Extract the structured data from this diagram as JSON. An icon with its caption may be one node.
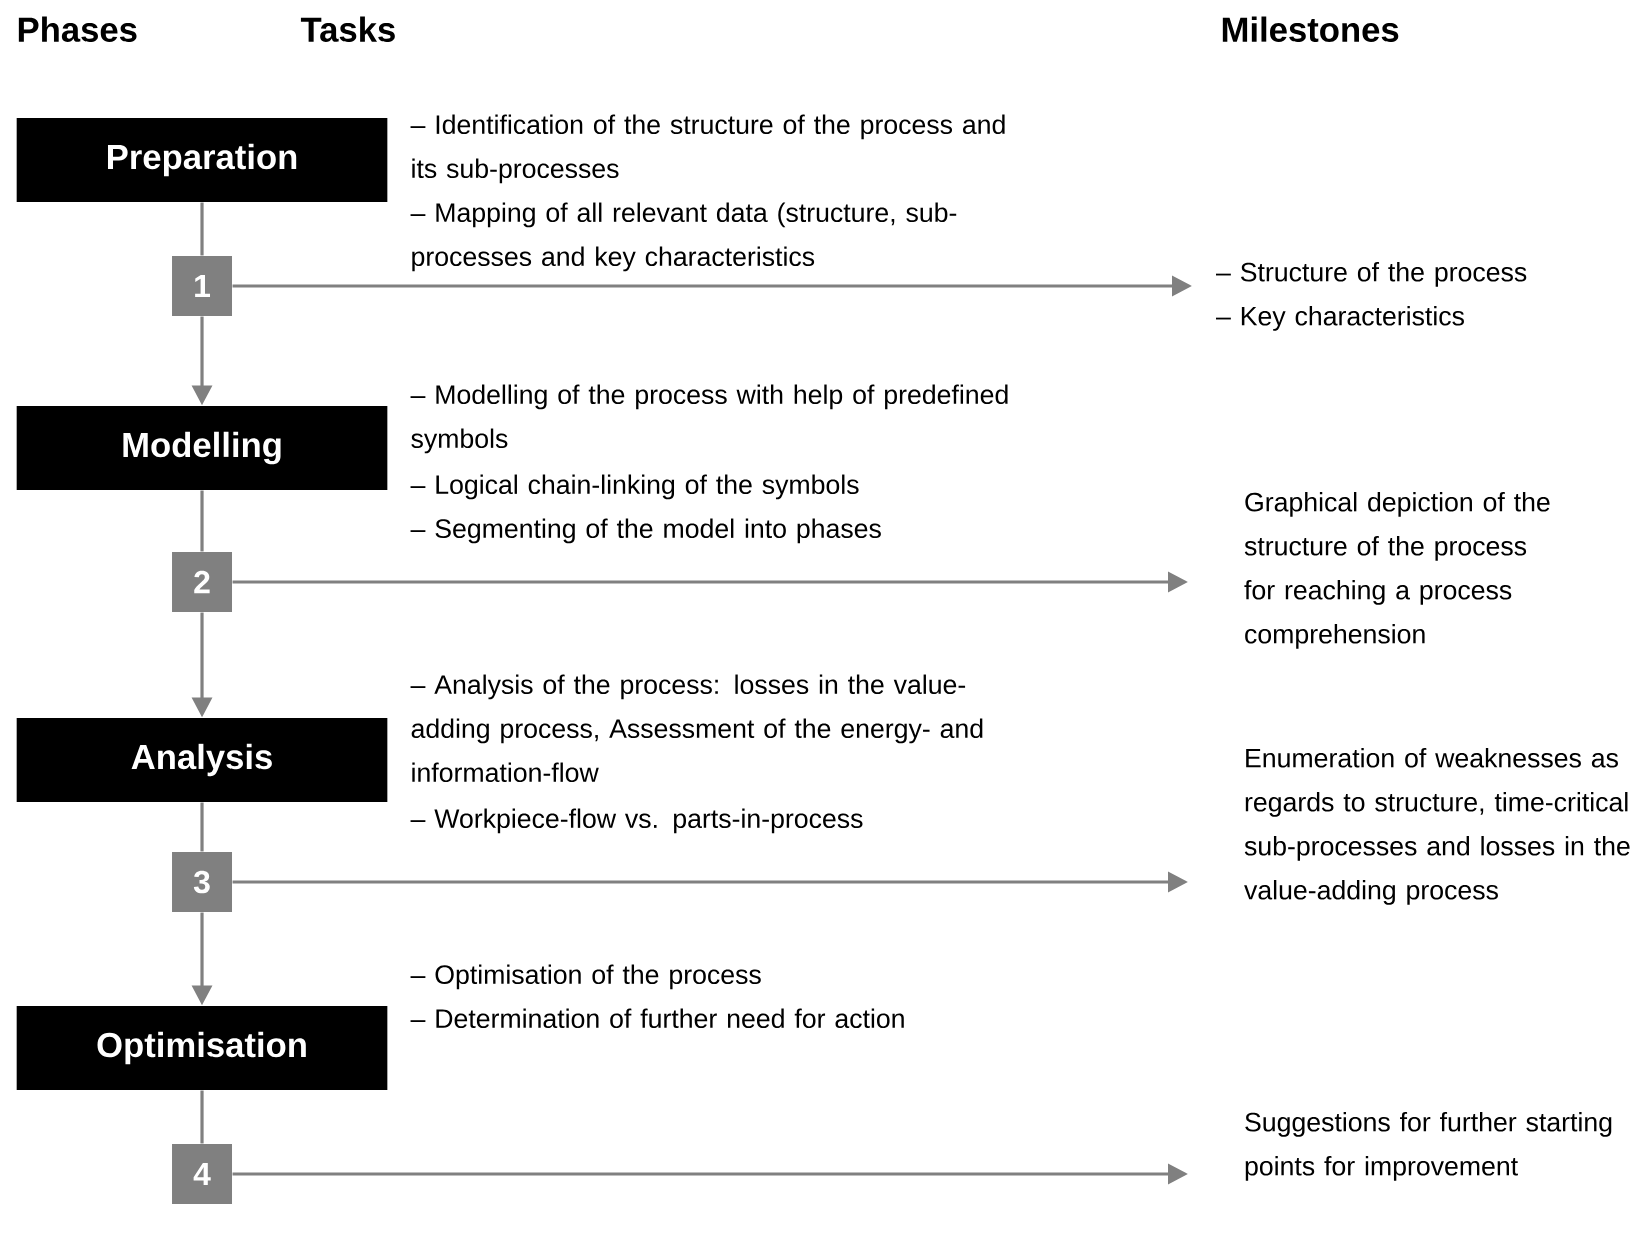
{
  "diagram": {
    "nodes": [
      {
        "text": [
          "Preparation"
        ]
      },
      {
        "text": [
          "1"
        ]
      },
      {
        "text": [
          "– Structure of the process",
          "– Key characteristics"
        ]
      },
      {
        "text": [
          "Modelling"
        ]
      },
      {
        "text": [
          "2"
        ]
      },
      {
        "text": [
          "Graphical depiction of the structure of the process for reaching a process comprehension"
        ]
      },
      {
        "text": [
          "Analysis"
        ]
      },
      {
        "text": [
          "3"
        ]
      },
      {
        "text": [
          "Enumeration of weaknesses as regards to structure, time-critical sub-processes and losses in the value-adding process"
        ]
      },
      {
        "text": [
          "Optimisation"
        ]
      },
      {
        "text": [
          "4"
        ]
      },
      {
        "text": [
          "Suggestions for further starting points for improvement"
        ]
      }
    ],
    "edges": [
      {
        "from": 0,
        "to": 1,
        "arrow": "none"
      },
      {
        "from": 1,
        "to": 3,
        "arrow": "to"
      },
      {
        "from": 3,
        "to": 4,
        "arrow": "none"
      },
      {
        "from": 4,
        "to": 6,
        "arrow": "to"
      },
      {
        "from": 6,
        "to": 7,
        "arrow": "none"
      },
      {
        "from": 7,
        "to": 9,
        "arrow": "to"
      },
      {
        "from": 9,
        "to": 10,
        "arrow": "none"
      },
      {
        "from": 1,
        "to": 2,
        "arrow": "to"
      },
      {
        "from": 4,
        "to": 5,
        "arrow": "to"
      },
      {
        "from": 7,
        "to": 8,
        "arrow": "to"
      },
      {
        "from": 10,
        "to": 11,
        "arrow": "to"
      }
    ],
    "labels": [
      "Phases",
      "Tasks",
      "Milestones",
      "– Identification of the structure of the process and its sub-processes",
      "– Mapping of all relevant data (structure, sub-processes and key characteristics",
      "– Modelling of the process with help of predefined symbols",
      "– Logical chain-linking of the symbols",
      "– Segmenting of the model into phases",
      "– Analysis of the process: losses in the value-adding process, Assessment of the energy- and information-flow",
      "– Workpiece-flow vs. parts-in-process",
      "– Optimisation of the process",
      "– Determination of further need for action"
    ]
  }
}
